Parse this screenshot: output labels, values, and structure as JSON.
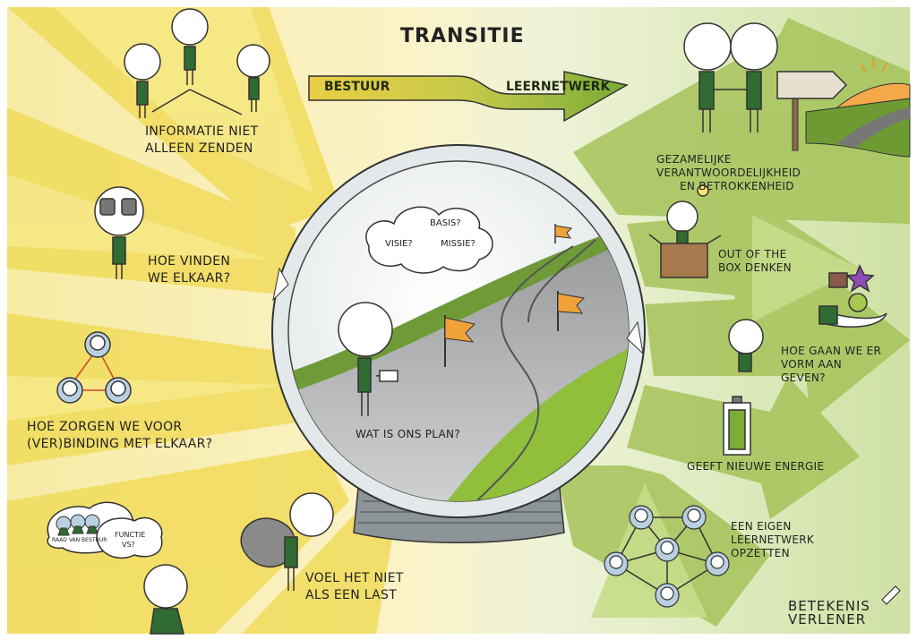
{
  "title": "TRANSITIE",
  "arrow": {
    "from": "BESTUUR",
    "to": "LEERNETWERK"
  },
  "left_items": [
    {
      "id": "informatie",
      "line1": "INFORMATIE NIET",
      "line2": "ALLEEN ZENDEN"
    },
    {
      "id": "vinden",
      "line1": "HOE VINDEN",
      "line2": "WE ELKAAR?"
    },
    {
      "id": "verbinding",
      "line1": "HOE ZORGEN WE VOOR",
      "line2": "(VER)BINDING MET ELKAAR?"
    },
    {
      "id": "last",
      "line1": "VOEL HET NIET",
      "line2": "ALS EEN LAST"
    }
  ],
  "right_items": [
    {
      "id": "gezamelijk",
      "line1": "GEZAMELIJKE VERANTWOORDELIJKHEID",
      "line2": "EN BETROKKENHEID"
    },
    {
      "id": "box",
      "line1": "OUT OF THE",
      "line2": "BOX DENKEN"
    },
    {
      "id": "vorm",
      "line1": "HOE GAAN WE ER",
      "line2": "VORM AAN GEVEN?"
    },
    {
      "id": "energie",
      "line1": "GEEFT NIEUWE ENERGIE",
      "line2": ""
    },
    {
      "id": "netwerk",
      "line1": "EEN EIGEN",
      "line2": "LEERNETWERK",
      "line3": "OPZETTEN"
    }
  ],
  "globe": {
    "clouds": [
      "BASIS?",
      "VISIE?",
      "MISSIE?"
    ],
    "caption": "WAT IS ONS PLAN?"
  },
  "bubbles": {
    "raad": "RAAD VAN BESTUUR",
    "functie_1": "FUNCTIE",
    "functie_2": "VS?"
  },
  "logo": {
    "line1": "BETEKENIS",
    "line2": "VERLENER"
  },
  "colors": {
    "yellow": "#f2df63",
    "green": "#8fb13a",
    "light_green": "#cfe0a0",
    "figure": "#2f6b33",
    "flag": "#f0a23a"
  }
}
